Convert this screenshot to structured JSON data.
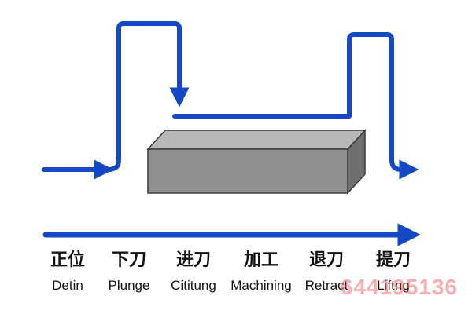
{
  "colors": {
    "path_blue": "#1448c4",
    "block_top": "#b8b8b8",
    "block_front": "#8f8f8f",
    "block_side": "#6f6f6f",
    "outline": "#3a3a3a",
    "text": "#111111",
    "watermark": "#f06e6e"
  },
  "stages": [
    {
      "zh": "正位",
      "en": "Detin"
    },
    {
      "zh": "下刀",
      "en": "Plunge"
    },
    {
      "zh": "进刀",
      "en": "Cititung"
    },
    {
      "zh": "加工",
      "en": "Machining"
    },
    {
      "zh": "退刀",
      "en": "Retract"
    },
    {
      "zh": "提刀",
      "en": "Liftng"
    }
  ],
  "watermark": "644195136"
}
